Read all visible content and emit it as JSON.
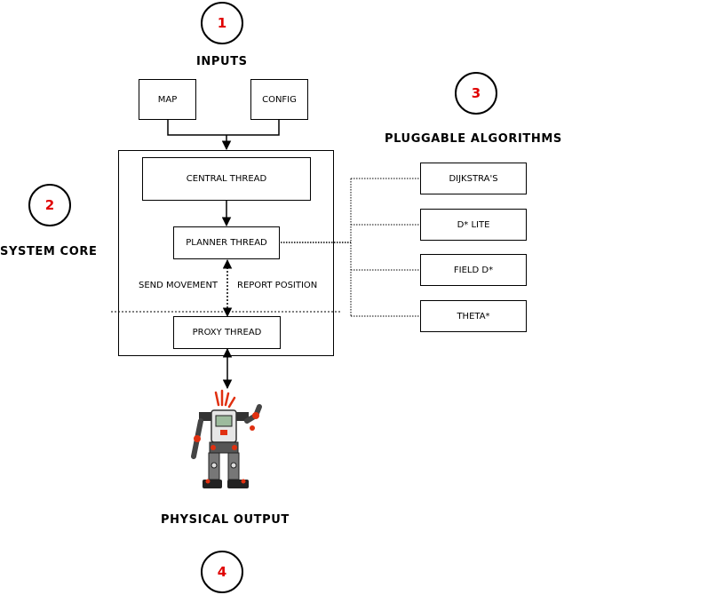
{
  "markers": {
    "inputs": "1",
    "core": "2",
    "algorithms": "3",
    "output": "4"
  },
  "titles": {
    "inputs": "INPUTS",
    "algorithms": "PLUGGABLE ALGORITHMS",
    "core": "SYSTEM CORE",
    "output": "PHYSICAL OUTPUT"
  },
  "inputs": {
    "map": "MAP",
    "config": "CONFIG"
  },
  "core": {
    "central": "CENTRAL THREAD",
    "planner": "PLANNER THREAD",
    "proxy": "PROXY THREAD",
    "send": "SEND MOVEMENT",
    "report": "REPORT POSITION"
  },
  "algorithms": [
    "DIJKSTRA'S",
    "D* LITE",
    "FIELD D*",
    "THETA*"
  ],
  "colors": {
    "marker_number": "#e00000",
    "robot_accent": "#e03010"
  }
}
